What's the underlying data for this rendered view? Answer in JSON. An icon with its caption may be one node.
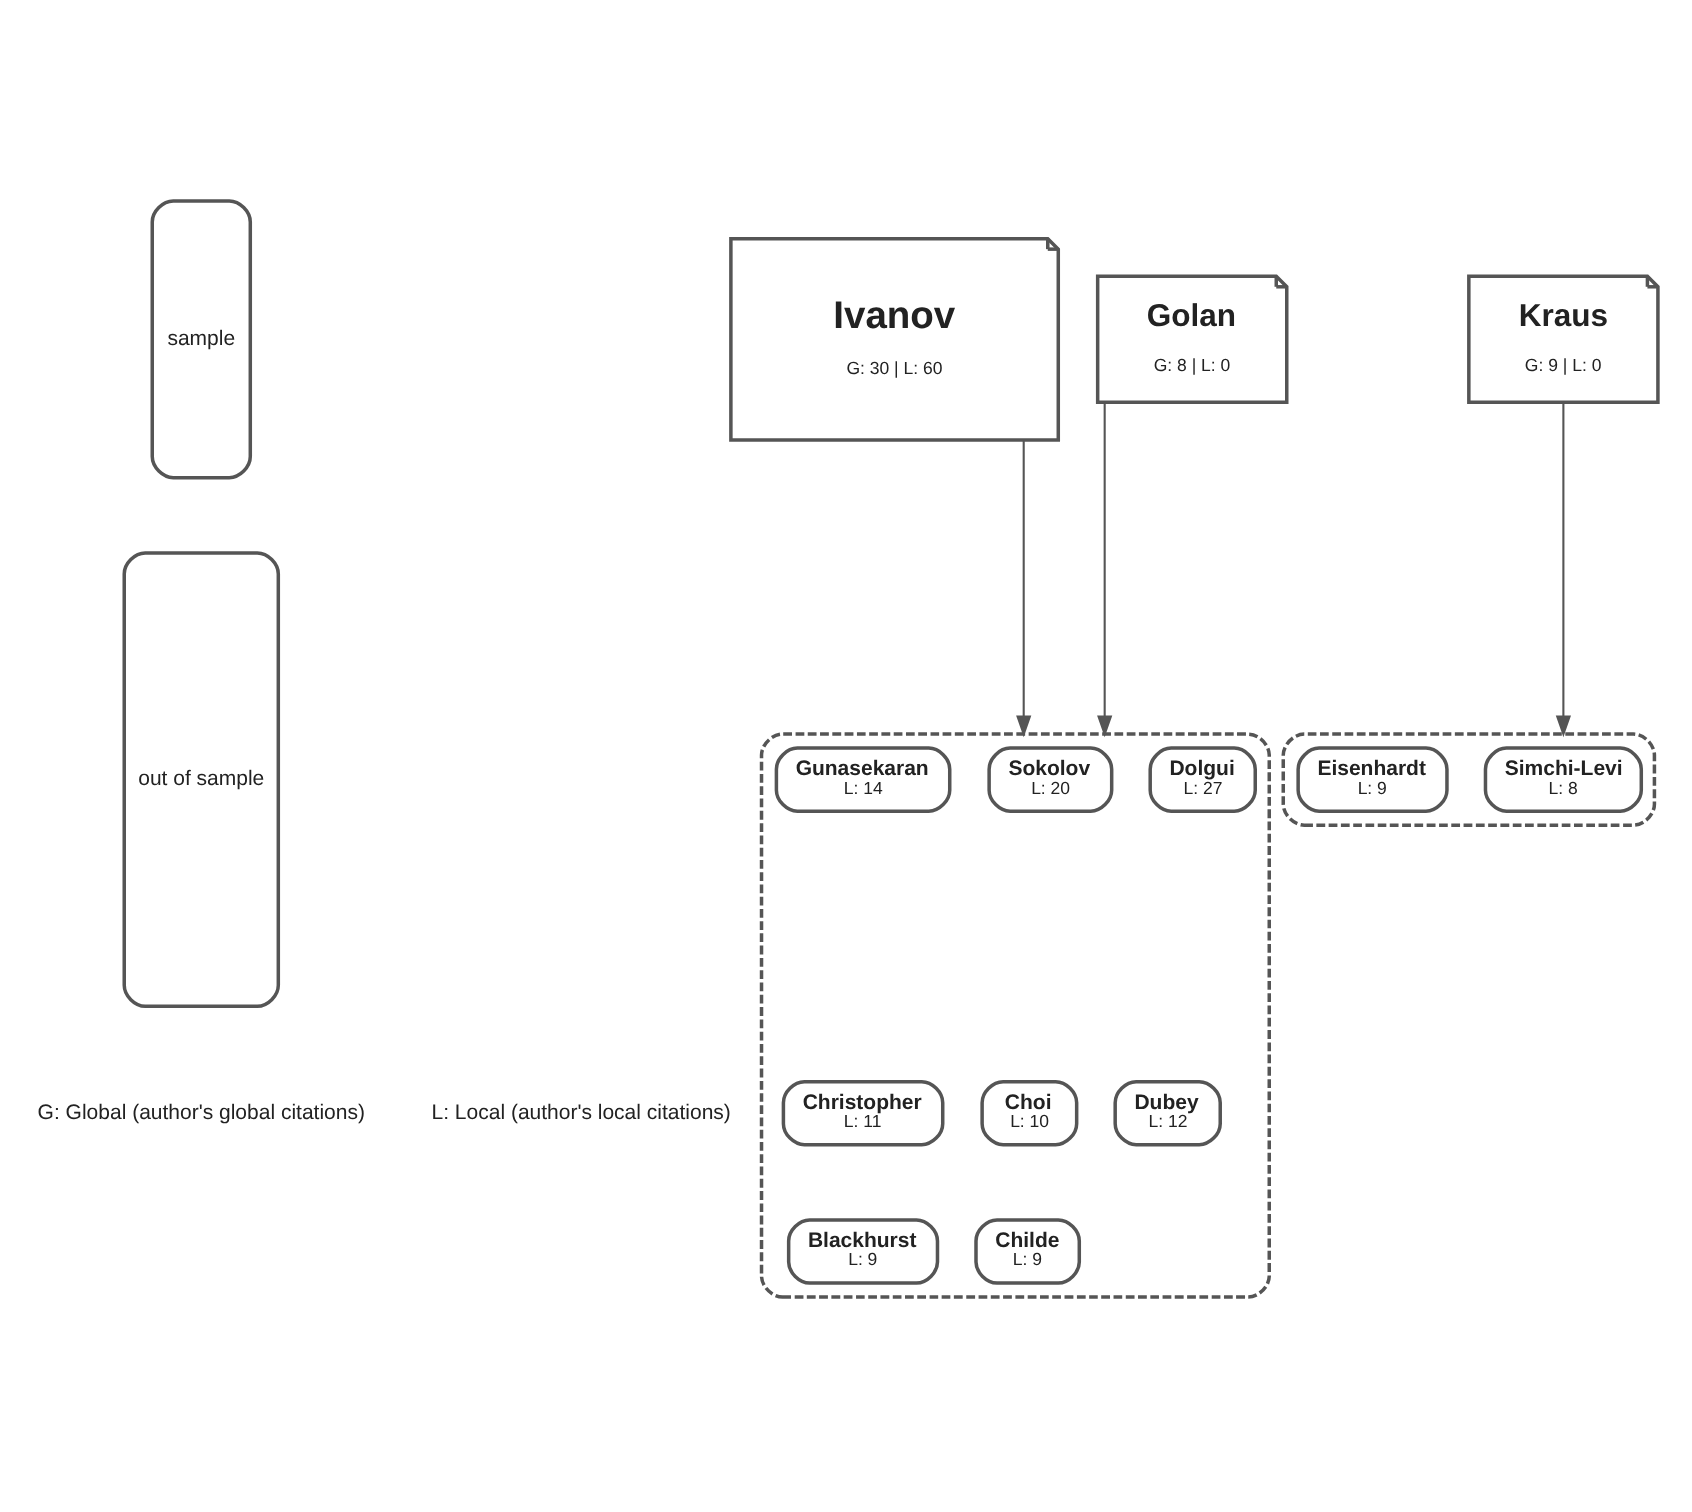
{
  "diagram": {
    "nodes": [
      {
        "text": [
          "sample"
        ]
      },
      {
        "text": [
          "out of sample"
        ]
      },
      {
        "text": [
          "Ivanov",
          "G: 30 | L: 60"
        ]
      },
      {
        "text": [
          "Kraus",
          "G: 9 | L: 0"
        ]
      },
      {
        "text": [
          "Golan",
          "G: 8 | L: 0"
        ]
      },
      {
        "text": [],
        "shape": "box"
      },
      {
        "text": [
          "Gunasekaran",
          "L: 14"
        ],
        "in": 5
      },
      {
        "text": [
          "Sokolov",
          "L: 20"
        ],
        "in": 5
      },
      {
        "text": [
          "Dolgui",
          "L: 27"
        ],
        "in": 5
      },
      {
        "text": [
          "Christopher",
          "L: 11"
        ],
        "in": 5
      },
      {
        "text": [
          "Choi",
          "L: 10"
        ],
        "in": 5
      },
      {
        "text": [
          "Dubey",
          "L: 12"
        ],
        "in": 5
      },
      {
        "text": [
          "Blackhurst",
          "L: 9"
        ],
        "in": 5
      },
      {
        "text": [
          "Childe",
          "L: 9"
        ],
        "in": 5
      },
      {
        "text": [],
        "shape": "box"
      },
      {
        "text": [
          "Eisenhardt",
          "L: 9"
        ],
        "in": 14
      },
      {
        "text": [
          "Simchi-Levi",
          "L: 8"
        ],
        "in": 14
      }
    ],
    "edges": [
      {
        "from": 2,
        "to": 5,
        "arrow": "to"
      },
      {
        "from": 4,
        "to": 5,
        "arrow": "to"
      },
      {
        "from": 3,
        "to": 14,
        "arrow": "to"
      }
    ],
    "labels": [
      "G: Global (author's global citations)",
      "L: Local (author's local citations)"
    ]
  }
}
